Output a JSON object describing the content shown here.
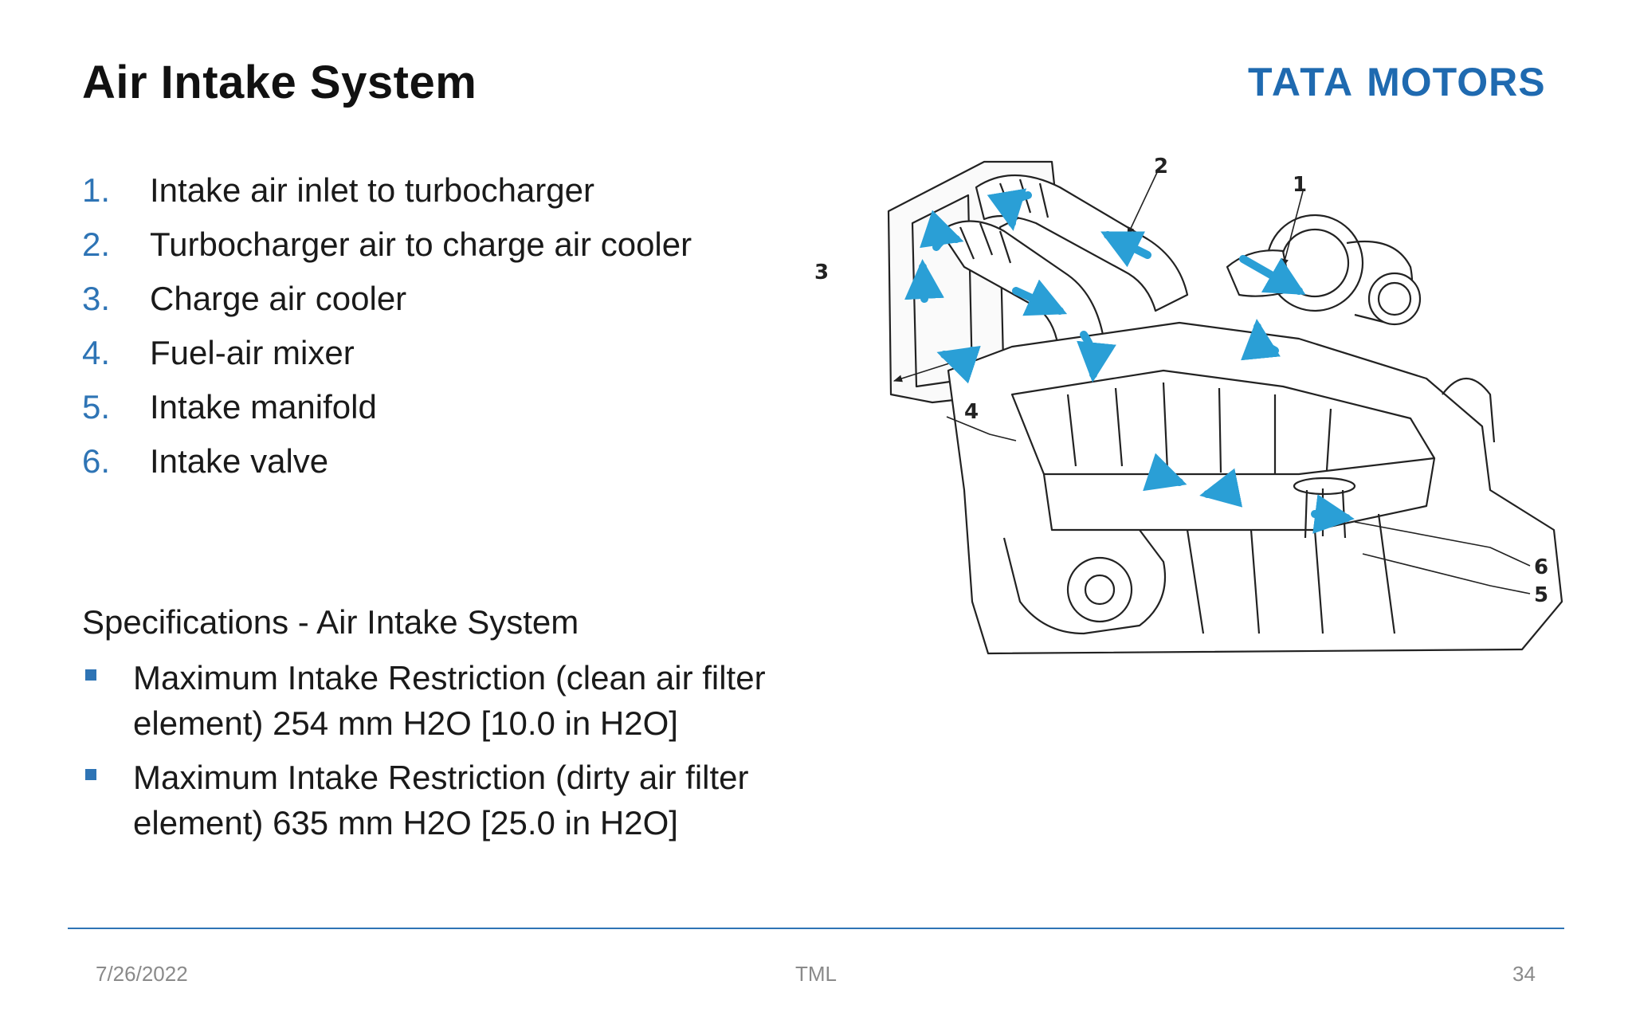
{
  "slide": {
    "title": "Air Intake System",
    "logo_text_1": "TATA",
    "logo_text_2": "MOTORS",
    "brand_color": "#1f6ab0",
    "accent_color": "#2e74b5",
    "numbered_items": [
      {
        "num": "1.",
        "text": "Intake air inlet to turbocharger"
      },
      {
        "num": "2.",
        "text": "Turbocharger air to charge air cooler"
      },
      {
        "num": "3.",
        "text": "Charge air cooler"
      },
      {
        "num": "4.",
        "text": "Fuel-air mixer"
      },
      {
        "num": "5.",
        "text": "Intake manifold"
      },
      {
        "num": "6.",
        "text": "Intake valve"
      }
    ],
    "spec_title": "Specifications - Air Intake System",
    "spec_bullets": [
      "Maximum Intake Restriction (clean air filter element) 254 mm H2O [10.0 in H2O]",
      "Maximum Intake Restriction (dirty air filter element) 635 mm H2O [25.0 in H2O]"
    ],
    "diagram": {
      "callouts": [
        "1",
        "2",
        "3",
        "4",
        "5",
        "6"
      ],
      "arrow_color": "#2a9fd6"
    }
  },
  "footer": {
    "date": "7/26/2022",
    "center": "TML",
    "page": "34"
  }
}
